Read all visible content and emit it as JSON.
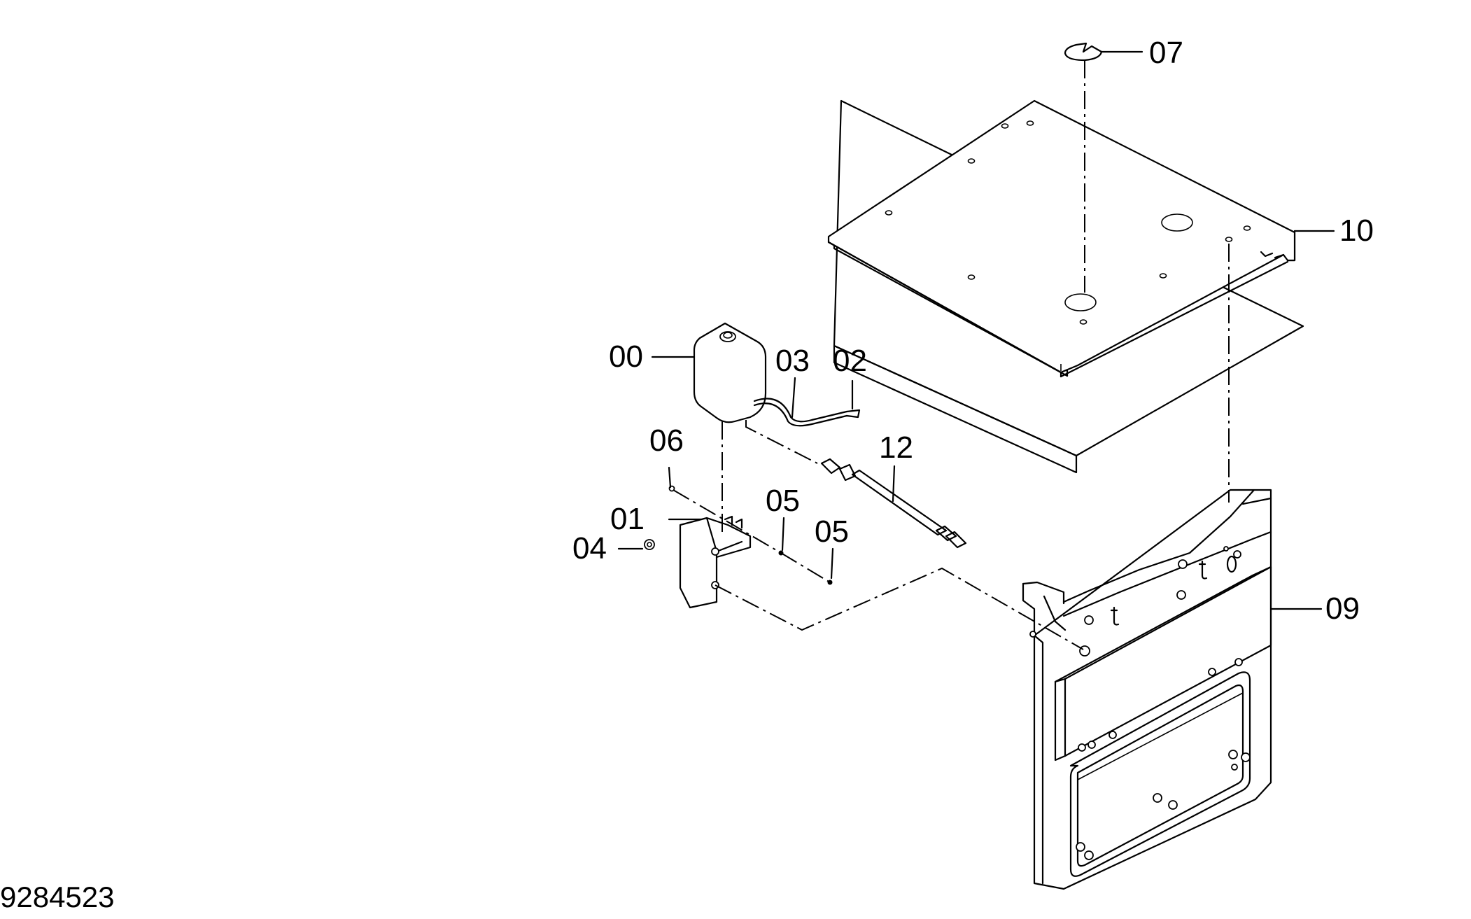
{
  "drawing": {
    "document_number": "9284523",
    "part_labels": [
      "00",
      "01",
      "02",
      "03",
      "04",
      "05",
      "05",
      "06",
      "07",
      "09",
      "10",
      "12"
    ]
  }
}
